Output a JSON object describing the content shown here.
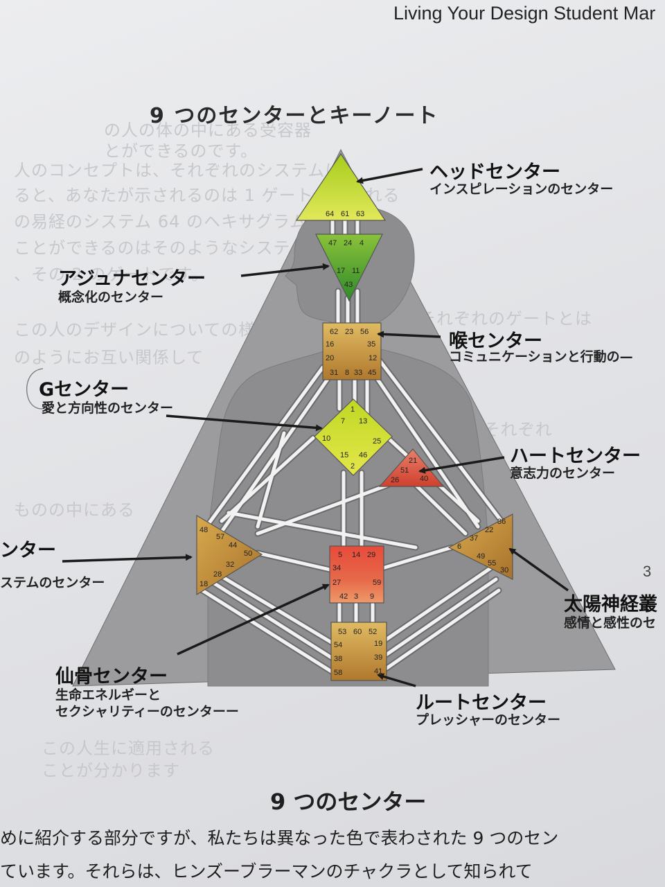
{
  "header": {
    "title": "Living Your Design Student Mar"
  },
  "main_title": "9 つのセンターとキーノート",
  "page_number": "3",
  "section_title": "9 つのセンター",
  "body_lines": [
    "めに紹介する部分ですが、私たちは異なった色で表わされた 9 つのセン",
    "ています。それらは、ヒンズーブラーマンのチャクラとして知られて"
  ],
  "centers": {
    "head": {
      "name": "ヘッドセンター",
      "keynote": "インスピレーションのセンター",
      "color": "#c7dc2a",
      "gates": [
        "64",
        "61",
        "63"
      ]
    },
    "ajna": {
      "name": "アジュナセンター",
      "keynote": "概念化のセンター",
      "color": "#4e9e2c",
      "gates": [
        "47",
        "24",
        "4",
        "17",
        "11",
        "43"
      ]
    },
    "throat": {
      "name": "喉センター",
      "keynote": "コミュニケーションと行動の—",
      "color": "#c99a4a",
      "gates": [
        "62",
        "23",
        "56",
        "16",
        "35",
        "20",
        "12",
        "31",
        "8",
        "33",
        "45"
      ]
    },
    "g": {
      "name": "Gセンター",
      "keynote": "愛と方向性のセンター",
      "color": "#d3df2a",
      "gates": [
        "1",
        "7",
        "13",
        "10",
        "25",
        "15",
        "46",
        "2"
      ]
    },
    "heart": {
      "name": "ハートセンター",
      "keynote": "意志力のセンター",
      "color": "#e0644a",
      "gates": [
        "21",
        "51",
        "26",
        "40"
      ]
    },
    "spleen": {
      "name": "ンター",
      "keynote": "ステムのセンター",
      "color": "#c08a2e",
      "gates": [
        "48",
        "57",
        "44",
        "50",
        "32",
        "28",
        "18"
      ]
    },
    "sacral": {
      "name": "仙骨センター",
      "keynote_line1": "生命エネルギーと",
      "keynote_line2": "セクシャリティーのセンターー",
      "color": "#e0503c",
      "gates": [
        "5",
        "14",
        "29",
        "34",
        "27",
        "59",
        "42",
        "3",
        "9"
      ]
    },
    "solar_plexus": {
      "name": "太陽神経叢",
      "keynote": "感情と感性のセ",
      "color": "#c08a2e",
      "gates": [
        "36",
        "22",
        "37",
        "6",
        "49",
        "55",
        "30"
      ]
    },
    "root": {
      "name": "ルートセンター",
      "keynote": "プレッシャーのセンター",
      "color": "#c08a2e",
      "gates": [
        "53",
        "60",
        "52",
        "54",
        "19",
        "38",
        "39",
        "58",
        "41"
      ]
    }
  },
  "colors": {
    "silhouette": "#8d8d8f",
    "triangle": "#9c9c9e",
    "channel": "#f2f2f2"
  }
}
